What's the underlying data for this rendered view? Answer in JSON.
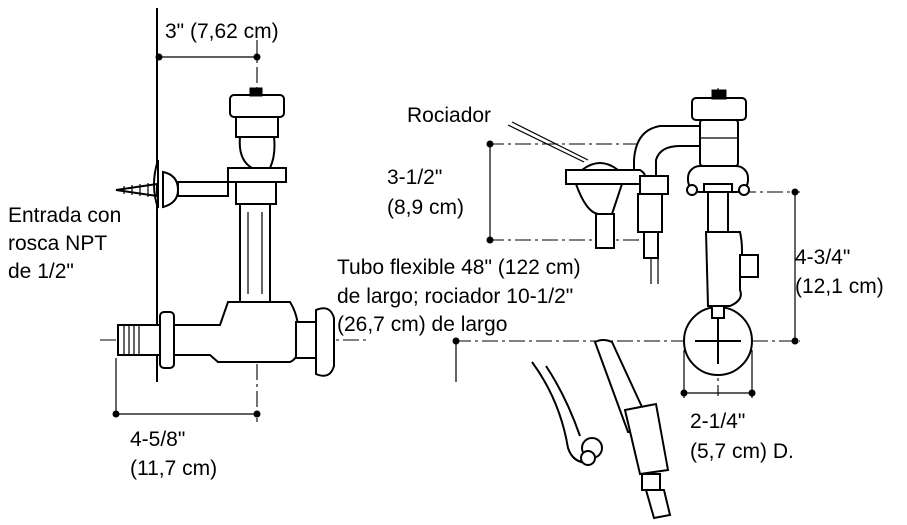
{
  "labels": {
    "top_offset": "3\" (7,62 cm)",
    "rociador": "Rociador",
    "inlet": [
      "Entrada con",
      "rosca NPT",
      "de 1/2\""
    ],
    "sprayer_height": [
      "3-1/2\"",
      "(8,9 cm)"
    ],
    "hose": [
      "Tubo flexible 48\" (122 cm)",
      "de largo; rociador 10-1/2\"",
      "(26,7 cm) de largo"
    ],
    "right_height": [
      "4-3/4\"",
      "(12,1 cm)"
    ],
    "bottom_width": [
      "4-5/8\"",
      "(11,7 cm)"
    ],
    "handle_dia": [
      "2-1/4\"",
      "(5,7 cm) D."
    ]
  }
}
